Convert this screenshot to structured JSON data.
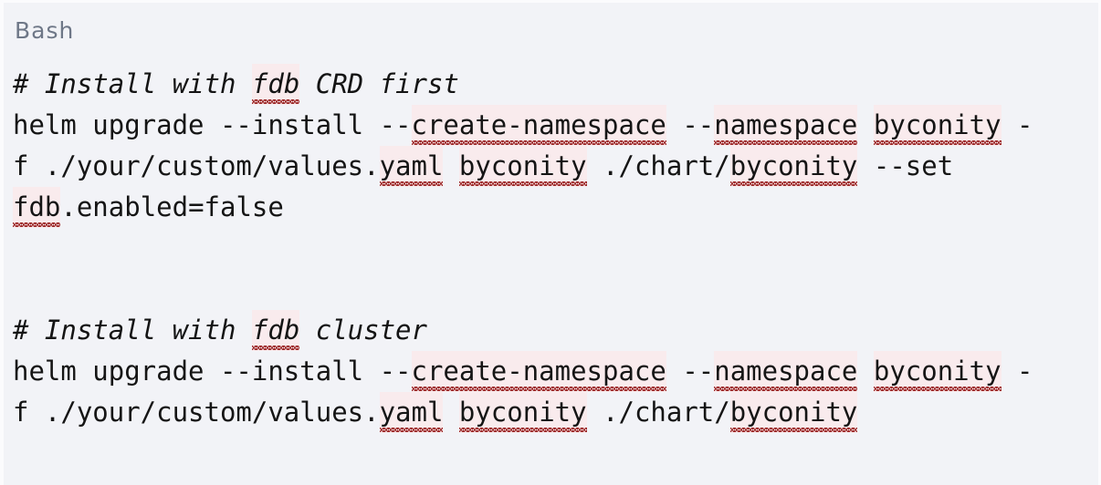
{
  "block": {
    "language_label": "Bash",
    "background_color": "#f2f3f7",
    "text_color": "#151515",
    "label_color": "#6e7787",
    "spellcheck_underline_color": "#9d2a2a",
    "lines": [
      {
        "id": "comment-1",
        "type": "comment",
        "text": "# Install with fdb CRD first",
        "segments": [
          {
            "text": "# Install with ",
            "misspelled": false
          },
          {
            "text": "fdb",
            "misspelled": true
          },
          {
            "text": " CRD first",
            "misspelled": false
          }
        ]
      },
      {
        "id": "command-1-line-1",
        "type": "command",
        "text": "helm upgrade --install --create-namespace --namespace byconity -",
        "segments": [
          {
            "text": "helm upgrade --install --",
            "misspelled": false
          },
          {
            "text": "create-namespace",
            "misspelled": true
          },
          {
            "text": " --",
            "misspelled": false
          },
          {
            "text": "namespace",
            "misspelled": true
          },
          {
            "text": " ",
            "misspelled": false
          },
          {
            "text": "byconity",
            "misspelled": true
          },
          {
            "text": " -",
            "misspelled": false
          }
        ]
      },
      {
        "id": "command-1-line-2",
        "type": "command",
        "text": "f ./your/custom/values.yaml byconity ./chart/byconity --set",
        "segments": [
          {
            "text": "f ./your/custom/values.",
            "misspelled": false
          },
          {
            "text": "yaml",
            "misspelled": true
          },
          {
            "text": " ",
            "misspelled": false
          },
          {
            "text": "byconity",
            "misspelled": true
          },
          {
            "text": " ./chart/",
            "misspelled": false
          },
          {
            "text": "byconity",
            "misspelled": true
          },
          {
            "text": " --set",
            "misspelled": false
          }
        ]
      },
      {
        "id": "command-1-line-3",
        "type": "command",
        "text": "fdb.enabled=false",
        "segments": [
          {
            "text": "fdb",
            "misspelled": true
          },
          {
            "text": ".enabled=false",
            "misspelled": false
          }
        ]
      },
      {
        "id": "blank-1",
        "type": "blank",
        "text": "",
        "segments": []
      },
      {
        "id": "blank-2",
        "type": "blank",
        "text": "",
        "segments": []
      },
      {
        "id": "comment-2",
        "type": "comment",
        "text": "# Install with fdb cluster",
        "segments": [
          {
            "text": "# Install with ",
            "misspelled": false
          },
          {
            "text": "fdb",
            "misspelled": true
          },
          {
            "text": " cluster",
            "misspelled": false
          }
        ]
      },
      {
        "id": "command-2-line-1",
        "type": "command",
        "text": "helm upgrade --install --create-namespace --namespace byconity -",
        "segments": [
          {
            "text": "helm upgrade --install --",
            "misspelled": false
          },
          {
            "text": "create-namespace",
            "misspelled": true
          },
          {
            "text": " --",
            "misspelled": false
          },
          {
            "text": "namespace",
            "misspelled": true
          },
          {
            "text": " ",
            "misspelled": false
          },
          {
            "text": "byconity",
            "misspelled": true
          },
          {
            "text": " -",
            "misspelled": false
          }
        ]
      },
      {
        "id": "command-2-line-2",
        "type": "command",
        "text": "f ./your/custom/values.yaml byconity ./chart/byconity",
        "segments": [
          {
            "text": "f ./your/custom/values.",
            "misspelled": false
          },
          {
            "text": "yaml",
            "misspelled": true
          },
          {
            "text": " ",
            "misspelled": false
          },
          {
            "text": "byconity",
            "misspelled": true
          },
          {
            "text": " ./chart/",
            "misspelled": false
          },
          {
            "text": "byconity",
            "misspelled": true
          }
        ]
      }
    ]
  }
}
